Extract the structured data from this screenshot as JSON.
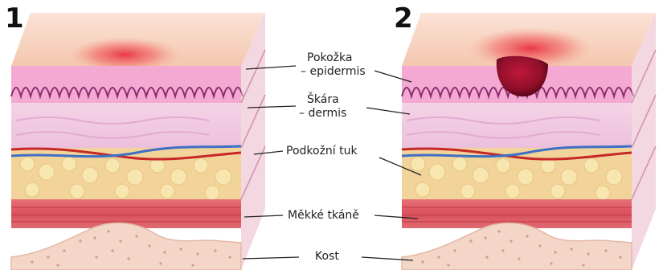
{
  "diagram": {
    "panel_numbers": [
      "1",
      "2"
    ],
    "labels": {
      "epidermis_line1": "Pokožka",
      "epidermis_line2": "– epidermis",
      "dermis_line1": "Škára",
      "dermis_line2": "– dermis",
      "fat": "Podkožní tuk",
      "soft_tissue": "Měkké tkáně",
      "bone": "Kost"
    },
    "colors": {
      "epidermis": "#f6cfbf",
      "dermis": "#f2c6df",
      "fat": "#f2d49a",
      "muscle": "#d9505a",
      "bone": "#f3d6c7",
      "wound": "#8f0f2a"
    }
  }
}
